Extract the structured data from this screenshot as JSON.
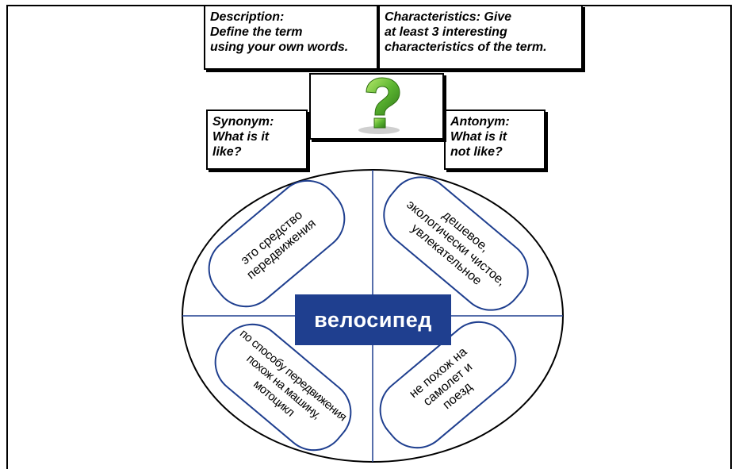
{
  "description_box": {
    "line1": "Description:",
    "line2": "Define the term",
    "line3": "using your own words."
  },
  "characteristics_box": {
    "line1": "Characteristics: Give",
    "line2": "at least 3 interesting",
    "line3": "characteristics of the term."
  },
  "synonym_box": {
    "line1": "Synonym:",
    "line2": "What is it",
    "line3": "like?"
  },
  "antonym_box": {
    "line1": "Antonym:",
    "line2": "What is it",
    "line3": "not like?"
  },
  "center_icon": "question-mark-icon",
  "term": "велосипед",
  "quadrants": {
    "description": [
      "это средство",
      "передвижения"
    ],
    "characteristics": [
      "дешевое,",
      "экологически чистое,",
      "увлекательное"
    ],
    "synonym": [
      "по способу передвижения",
      "похож на машину,",
      "мотоцикл"
    ],
    "antonym": [
      "не похож на",
      "самолет и",
      "поезд"
    ]
  },
  "colors": {
    "pill_border": "#1f3f8f",
    "term_background": "#1f3f8f",
    "term_text": "#ffffff",
    "icon_green": "#5cb531"
  }
}
